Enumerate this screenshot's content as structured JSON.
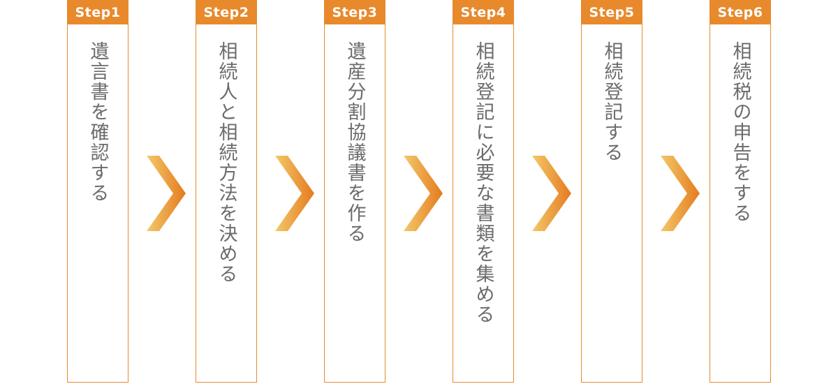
{
  "colors": {
    "accent": "#e8892c",
    "arrow_light": "#f3c969",
    "arrow_dark": "#e47a1f",
    "text": "#6b6b6b"
  },
  "steps": [
    {
      "label": "Step1",
      "text": "遺言書を確認する"
    },
    {
      "label": "Step2",
      "text": "相続人と相続方法を決める"
    },
    {
      "label": "Step3",
      "text": "遺産分割協議書を作る"
    },
    {
      "label": "Step4",
      "text": "相続登記に必要な書類を集める"
    },
    {
      "label": "Step5",
      "text": "相続登記する"
    },
    {
      "label": "Step6",
      "text": "相続税の申告をする"
    }
  ],
  "arrow_icon": "chevron-right-icon"
}
